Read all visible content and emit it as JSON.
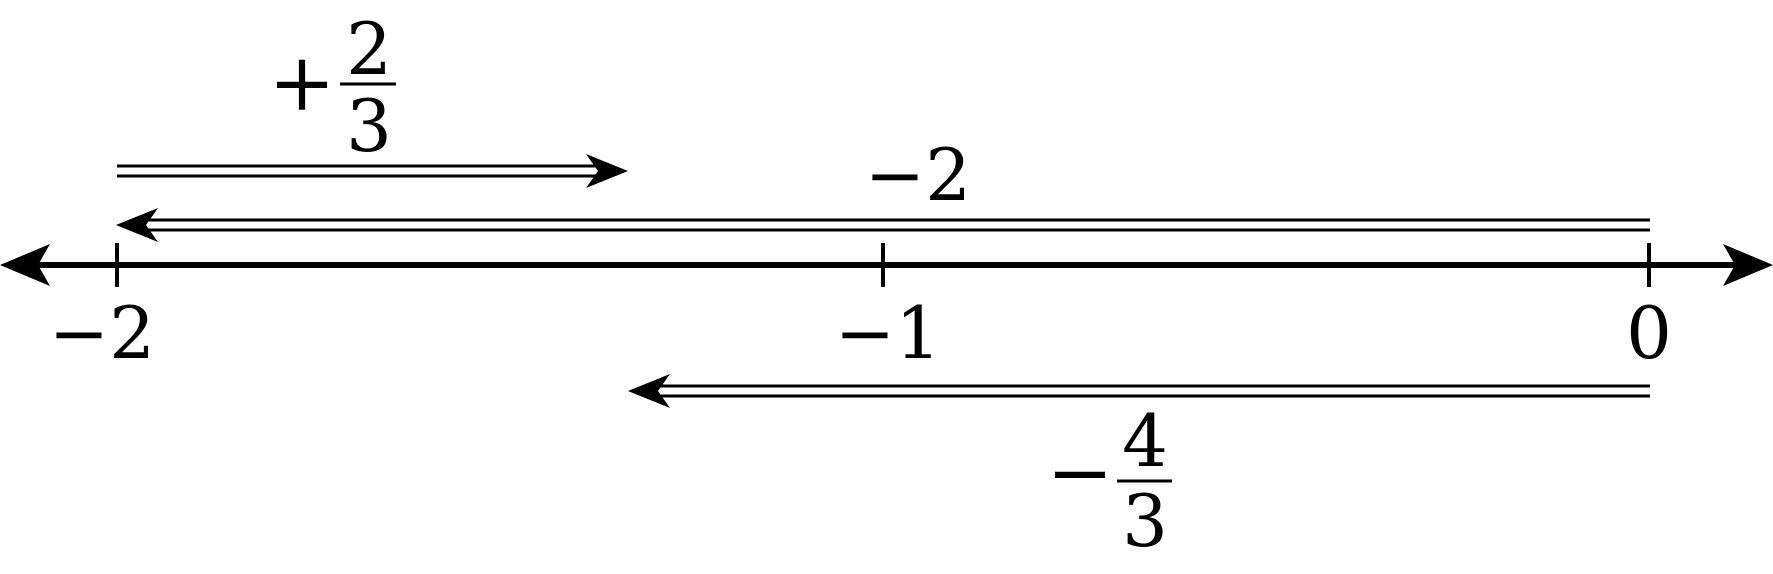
{
  "number_line": {
    "ticks": [
      {
        "value": -2,
        "label": "−2"
      },
      {
        "value": -1,
        "label": "−1"
      },
      {
        "value": 0,
        "label": "0"
      }
    ]
  },
  "arrows": [
    {
      "id": "plus-two-thirds",
      "from": -2,
      "to": -1.3333,
      "label": {
        "sign": "+",
        "numerator": "2",
        "denominator": "3"
      }
    },
    {
      "id": "minus-two",
      "from": 0,
      "to": -2,
      "label": {
        "text": "−2"
      }
    },
    {
      "id": "minus-four-thirds",
      "from": 0,
      "to": -1.3333,
      "label": {
        "sign": "−",
        "numerator": "4",
        "denominator": "3"
      }
    }
  ]
}
